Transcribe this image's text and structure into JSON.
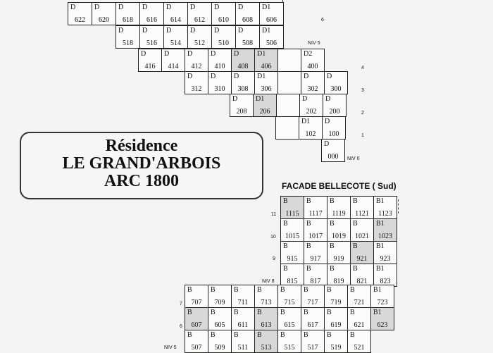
{
  "title_box": {
    "line1": "Résidence",
    "line2": "LE GRAND'ARBOIS",
    "line3": "ARC 1800"
  },
  "facade_label": "FACADE BELLECOTE ( Sud)",
  "top_grid": {
    "row6": [
      {
        "l": "D",
        "n": "622"
      },
      {
        "l": "D",
        "n": "620"
      },
      {
        "l": "D",
        "n": "618"
      },
      {
        "l": "D",
        "n": "616"
      },
      {
        "l": "D",
        "n": "614"
      },
      {
        "l": "D",
        "n": "612"
      },
      {
        "l": "D",
        "n": "610"
      },
      {
        "l": "D",
        "n": "608"
      },
      {
        "l": "D1",
        "n": "606"
      }
    ],
    "row5": [
      {
        "l": "D",
        "n": "518"
      },
      {
        "l": "D",
        "n": "516"
      },
      {
        "l": "D",
        "n": "514"
      },
      {
        "l": "D",
        "n": "512"
      },
      {
        "l": "D",
        "n": "510"
      },
      {
        "l": "D",
        "n": "508"
      },
      {
        "l": "D1",
        "n": "506"
      }
    ],
    "row4": [
      {
        "l": "D",
        "n": "416"
      },
      {
        "l": "D",
        "n": "414"
      },
      {
        "l": "D",
        "n": "412"
      },
      {
        "l": "D",
        "n": "410"
      },
      {
        "l": "D",
        "n": "408"
      },
      {
        "l": "D1",
        "n": "406"
      },
      {
        "l": "",
        "n": ""
      },
      {
        "l": "D2",
        "n": "400"
      }
    ],
    "row3": [
      {
        "l": "D",
        "n": "312"
      },
      {
        "l": "D",
        "n": "310"
      },
      {
        "l": "D",
        "n": "308"
      },
      {
        "l": "D1",
        "n": "306"
      },
      {
        "l": "",
        "n": ""
      },
      {
        "l": "D",
        "n": "302"
      },
      {
        "l": "D",
        "n": "300"
      }
    ],
    "row2": [
      {
        "l": "D",
        "n": "208"
      },
      {
        "l": "D1",
        "n": "206"
      },
      {
        "l": "",
        "n": ""
      },
      {
        "l": "D",
        "n": "202"
      },
      {
        "l": "D",
        "n": "200"
      }
    ],
    "row1": [
      {
        "l": "",
        "n": ""
      },
      {
        "l": "D1",
        "n": "102"
      },
      {
        "l": "D",
        "n": "100"
      }
    ],
    "row0": [
      {
        "l": "D",
        "n": "000"
      }
    ],
    "levels": {
      "niv5": "NIV 5",
      "l4": "4",
      "l3": "3",
      "l2": "2",
      "l1": "1",
      "niv0": "NIV 0",
      "l6": "6"
    }
  },
  "bottom_grid": {
    "row11": [
      {
        "l": "B",
        "n": "1115"
      },
      {
        "l": "B",
        "n": "1117"
      },
      {
        "l": "B",
        "n": "1119"
      },
      {
        "l": "B",
        "n": "1121"
      },
      {
        "l": "B1",
        "n": "1123"
      }
    ],
    "row10": [
      {
        "l": "B",
        "n": "1015"
      },
      {
        "l": "B",
        "n": "1017"
      },
      {
        "l": "B",
        "n": "1019"
      },
      {
        "l": "B",
        "n": "1021"
      },
      {
        "l": "B1",
        "n": "1023"
      }
    ],
    "row9": [
      {
        "l": "B",
        "n": "915"
      },
      {
        "l": "B",
        "n": "917"
      },
      {
        "l": "B",
        "n": "919"
      },
      {
        "l": "B",
        "n": "921"
      },
      {
        "l": "B1",
        "n": "923"
      }
    ],
    "row8": [
      {
        "l": "B",
        "n": "815"
      },
      {
        "l": "B",
        "n": "817"
      },
      {
        "l": "B",
        "n": "819"
      },
      {
        "l": "B",
        "n": "821"
      },
      {
        "l": "B1",
        "n": "823"
      }
    ],
    "row7": [
      {
        "l": "B",
        "n": "707"
      },
      {
        "l": "B",
        "n": "709"
      },
      {
        "l": "B",
        "n": "711"
      },
      {
        "l": "B",
        "n": "713"
      },
      {
        "l": "B",
        "n": "715"
      },
      {
        "l": "B",
        "n": "717"
      },
      {
        "l": "B",
        "n": "719"
      },
      {
        "l": "B",
        "n": "721"
      },
      {
        "l": "B1",
        "n": "723"
      }
    ],
    "row6": [
      {
        "l": "B",
        "n": "607"
      },
      {
        "l": "B",
        "n": "605"
      },
      {
        "l": "B",
        "n": "611"
      },
      {
        "l": "B",
        "n": "613"
      },
      {
        "l": "B",
        "n": "615"
      },
      {
        "l": "B",
        "n": "617"
      },
      {
        "l": "B",
        "n": "619"
      },
      {
        "l": "B",
        "n": "621"
      },
      {
        "l": "B1",
        "n": "623"
      }
    ],
    "row5": [
      {
        "l": "B",
        "n": "507"
      },
      {
        "l": "B",
        "n": "509"
      },
      {
        "l": "B",
        "n": "511"
      },
      {
        "l": "B",
        "n": "513"
      },
      {
        "l": "B",
        "n": "515"
      },
      {
        "l": "B",
        "n": "517"
      },
      {
        "l": "B",
        "n": "519"
      },
      {
        "l": "B",
        "n": "521"
      }
    ],
    "levels": {
      "l11": "11",
      "l10": "10",
      "l9": "9",
      "niv8": "NIV 8",
      "l7": "7",
      "l6": "6",
      "niv5": "NIV 5"
    }
  }
}
